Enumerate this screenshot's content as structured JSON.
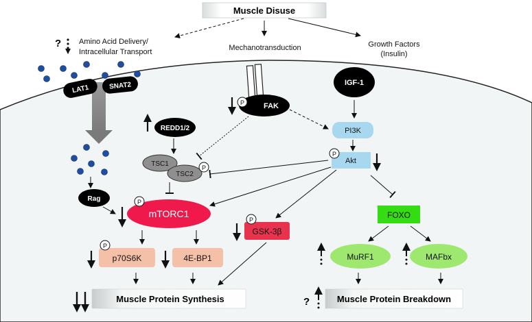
{
  "top": {
    "title": "Muscle Disuse"
  },
  "branches": {
    "amino": {
      "line1": "Amino Acid Delivery/",
      "line2": "Intracellular Transport",
      "question": "?"
    },
    "mech": {
      "label": "Mechanotransduction"
    },
    "growth": {
      "line1": "Growth Factors",
      "line2": "(Insulin)"
    }
  },
  "membrane": {
    "lat1": "LAT1",
    "snat2": "SNAT2",
    "fak": "FAK",
    "igf1": "IGF-1"
  },
  "nodes": {
    "redd": "REDD1/2",
    "tsc1": "TSC1",
    "tsc2": "TSC2",
    "pi3k": "PI3K",
    "akt": "Akt",
    "rag": "Rag",
    "mtorc1": "mTORC1",
    "gsk": "GSK-3β",
    "foxo": "FOXO",
    "p70": "p70S6K",
    "ebp1": "4E-BP1",
    "murf1": "MuRF1",
    "mafbx": "MAFbx",
    "phospho": "P"
  },
  "outcomes": {
    "synthesis": "Muscle Protein Synthesis",
    "breakdown": "Muscle Protein Breakdown",
    "breakdown_question": "?"
  },
  "colors": {
    "cytoplasm": "#f2f5f5",
    "black_node": "#000000",
    "pi3k_akt": "#a8d8f0",
    "mtorc1": "#f0194b",
    "gsk": "#e8334f",
    "foxo": "#33dd11",
    "atrogene": "#9fe870",
    "effector": "#f5c0a8",
    "tsc": "#8f8f8f",
    "amino_dot": "#1f4ea0",
    "transport_arrow": "#8f8f8f"
  }
}
